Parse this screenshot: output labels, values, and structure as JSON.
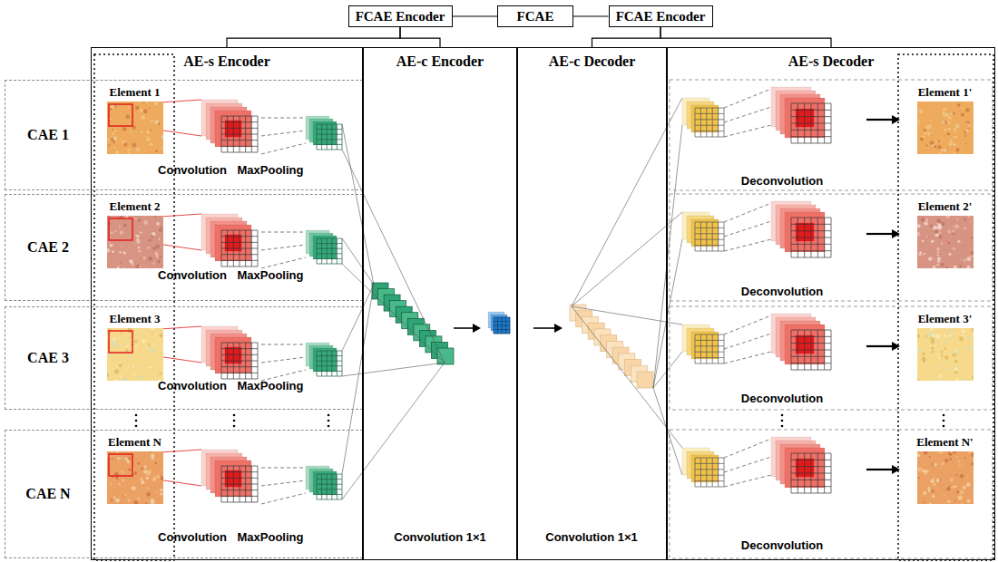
{
  "diagram": {
    "nodes": [
      {
        "text": [
          "FCAE Encoder"
        ]
      },
      {
        "text": [
          "FCAE"
        ]
      },
      {
        "text": [
          "FCAE Encoder"
        ]
      },
      {
        "text": [
          "CAE 1"
        ]
      },
      {
        "text": [
          "CAE 2"
        ]
      },
      {
        "text": [
          "CAE 3"
        ]
      },
      {
        "text": [
          "CAE N"
        ]
      },
      {
        "text": [
          "AE-s Encoder"
        ]
      },
      {
        "text": [
          "Element 1"
        ],
        "in": 7
      },
      {
        "text": [
          "Element 2"
        ],
        "in": 7
      },
      {
        "text": [
          "Element 3"
        ],
        "in": 7
      },
      {
        "text": [
          "Element N"
        ],
        "in": 7
      },
      {
        "text": [
          "AE-c Encoder"
        ]
      },
      {
        "text": [
          "AE-c Decoder"
        ]
      },
      {
        "text": [
          "AE-s Decoder"
        ]
      },
      {
        "text": [
          "Element 1'"
        ],
        "in": 14
      },
      {
        "text": [
          "Element 2'"
        ],
        "in": 14
      },
      {
        "text": [
          "Element 3'"
        ],
        "in": 14
      },
      {
        "text": [
          "Element N'"
        ],
        "in": 14
      }
    ],
    "edges": [
      {
        "from": 0,
        "to": 1,
        "arrow": "none"
      },
      {
        "from": 1,
        "to": 2,
        "arrow": "none"
      },
      {
        "from": 0,
        "to": 7,
        "arrow": "none"
      },
      {
        "from": 0,
        "to": 12,
        "arrow": "none"
      },
      {
        "from": 2,
        "to": 13,
        "arrow": "none"
      },
      {
        "from": 2,
        "to": 14,
        "arrow": "none"
      }
    ],
    "labels": [
      "Convolution",
      "MaxPooling",
      "Convolution",
      "MaxPooling",
      "Convolution",
      "MaxPooling",
      "Convolution",
      "MaxPooling",
      "Convolution 1×1",
      "Convolution 1×1",
      "Deconvolution",
      "Deconvolution",
      "Deconvolution",
      "Deconvolution"
    ]
  }
}
